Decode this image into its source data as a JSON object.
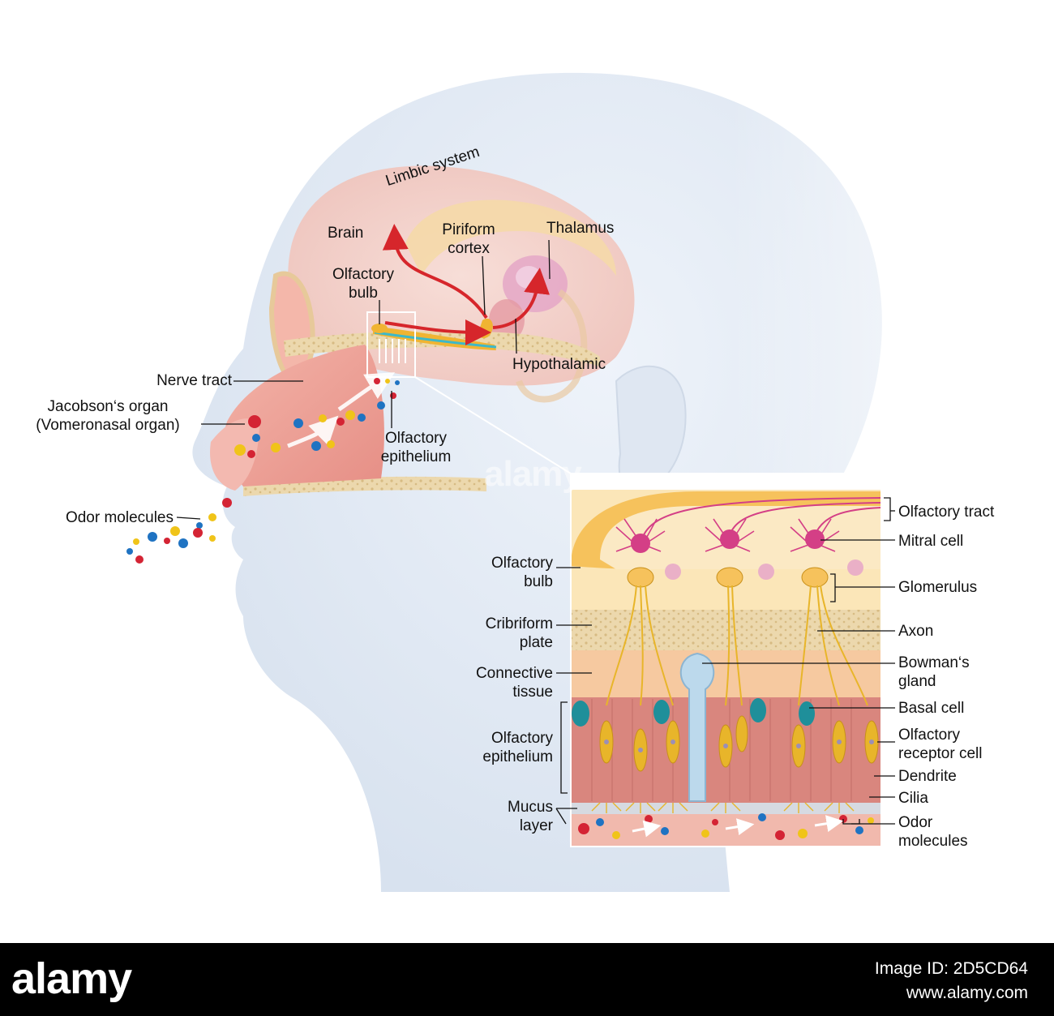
{
  "head_labels": {
    "limbic_system": "Limbic system",
    "brain": "Brain",
    "piriform_cortex": [
      "Piriform",
      "cortex"
    ],
    "thalamus": "Thalamus",
    "olfactory_bulb": [
      "Olfactory",
      "bulb"
    ],
    "hypothalamic": "Hypothalamic",
    "nerve_tract": "Nerve tract",
    "jacobsons_organ": [
      "Jacobson‘s organ",
      "(Vomeronasal organ)"
    ],
    "olfactory_epithelium": [
      "Olfactory",
      "epithelium"
    ],
    "odor_molecules": "Odor molecules"
  },
  "inset_left_labels": {
    "olfactory_bulb": [
      "Olfactory",
      "bulb"
    ],
    "cribriform_plate": [
      "Cribriform",
      "plate"
    ],
    "connective_tissue": [
      "Connective",
      "tissue"
    ],
    "olfactory_epithelium": [
      "Olfactory",
      "epithelium"
    ],
    "mucus_layer": [
      "Mucus",
      "layer"
    ]
  },
  "inset_right_labels": {
    "olfactory_tract": "Olfactory tract",
    "mitral_cell": "Mitral cell",
    "glomerulus": "Glomerulus",
    "axon": "Axon",
    "bowmans_gland": [
      "Bowman‘s",
      "gland"
    ],
    "basal_cell": "Basal cell",
    "olfactory_receptor_cell": [
      "Olfactory",
      "receptor cell"
    ],
    "dendrite": "Dendrite",
    "cilia": "Cilia",
    "odor_molecules": [
      "Odor",
      "molecules"
    ]
  },
  "watermark": {
    "logo": "alamy",
    "overlay": "alamy",
    "image_id": "Image ID: 2D5CD64",
    "site": "www.alamy.com"
  },
  "colors": {
    "head": "#e3ebf5",
    "nasal": "#f0a39a",
    "brain": "#f4cfc8",
    "bulb": "#f2b33a",
    "arrow": "#d6262b",
    "inset_bg": "#fbe6b8",
    "epithelium": "#d9867e",
    "bone": "#e9d3a5",
    "neuron": "#e8b52a",
    "mitral": "#d43f86",
    "basal": "#1f8f9a",
    "gland": "#bcd9ec",
    "mol_red": "#d42434",
    "mol_blue": "#1f73c2",
    "mol_yellow": "#f0c419"
  }
}
